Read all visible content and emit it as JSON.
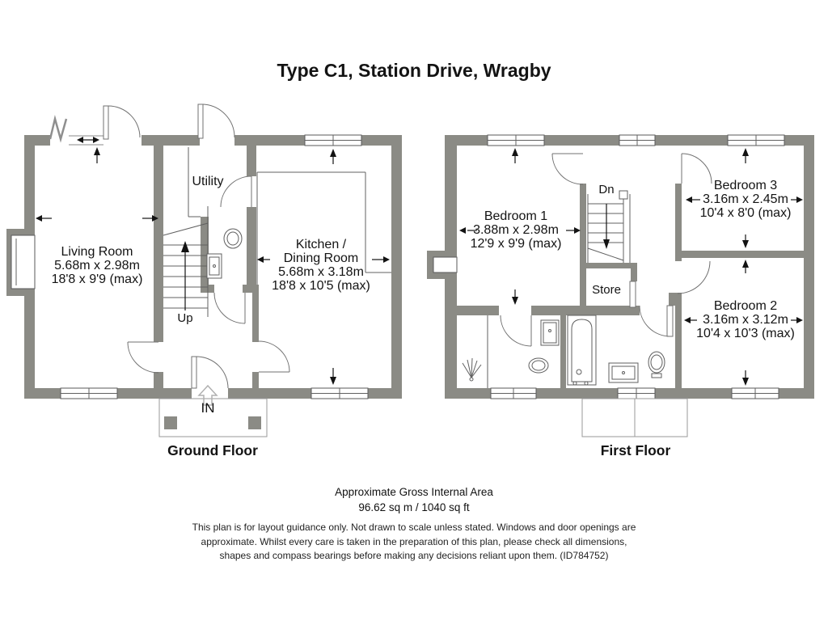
{
  "title": "Type C1, Station Drive, Wragby",
  "ground_floor": {
    "label": "Ground Floor",
    "entrance_label": "IN",
    "stairs_label": "Up",
    "rooms": {
      "living": {
        "name": "Living Room",
        "metric": "5.68m x 2.98m",
        "imperial": "18'8 x 9'9 (max)"
      },
      "utility": {
        "name": "Utility"
      },
      "kitchen": {
        "name_line1": "Kitchen /",
        "name_line2": "Dining Room",
        "metric": "5.68m x 3.18m",
        "imperial": "18'8 x 10'5 (max)"
      }
    }
  },
  "first_floor": {
    "label": "First Floor",
    "stairs_label": "Dn",
    "rooms": {
      "bedroom1": {
        "name": "Bedroom 1",
        "metric": "3.88m x 2.98m",
        "imperial": "12'9 x 9'9 (max)"
      },
      "bedroom2": {
        "name": "Bedroom 2",
        "metric": "3.16m x 3.12m",
        "imperial": "10'4 x 10'3 (max)"
      },
      "bedroom3": {
        "name": "Bedroom 3",
        "metric": "3.16m x 2.45m",
        "imperial": "10'4 x 8'0 (max)"
      },
      "store": {
        "name": "Store"
      }
    }
  },
  "footer": {
    "area_heading": "Approximate Gross Internal Area",
    "area_value": "96.62 sq m / 1040 sq ft",
    "disclaimer": "This plan is for layout guidance only. Not drawn to scale unless stated. Windows and door openings are approximate. Whilst every care is taken in the preparation of this plan, please check all dimensions, shapes and compass bearings before making any decisions reliant upon them. (ID784752)"
  },
  "colors": {
    "wall_fill": "#8b8b85",
    "line": "#606060",
    "text": "#131313",
    "light_arrow": "#b0b0b0"
  }
}
